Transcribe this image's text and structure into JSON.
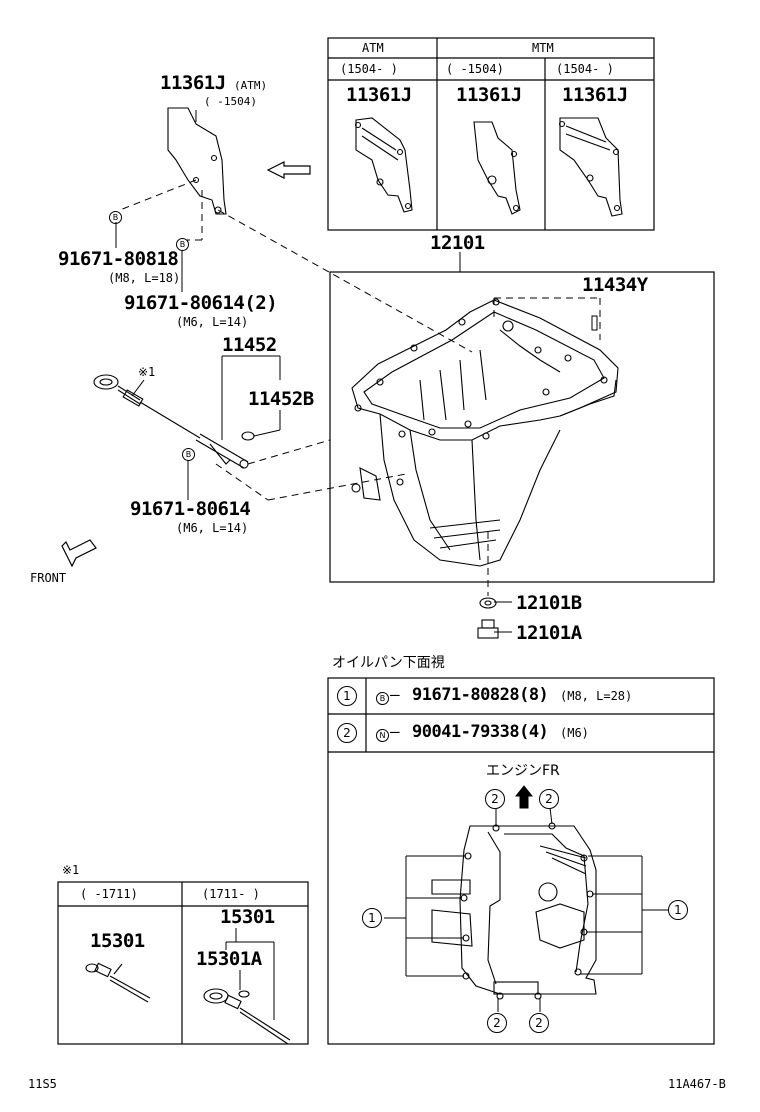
{
  "atm_table": {
    "col_atm": "ATM",
    "col_mtm": "MTM",
    "sub_atm": "(1504-   )",
    "sub_mtm1": "(    -1504)",
    "sub_mtm2": "(1504-    )",
    "part_atm": "11361J",
    "part_mtm1": "11361J",
    "part_mtm2": "11361J"
  },
  "parts": {
    "p11361j": "11361J",
    "p11361j_note": "(ATM)",
    "p11361j_range": "(    -1504)",
    "p91671_80818": "91671-80818",
    "p91671_80818_spec": "(M8, L=18)",
    "p91671_80614_2": "91671-80614(2)",
    "p91671_80614_2_spec": "(M6, L=14)",
    "p11452": "11452",
    "p11452b": "11452B",
    "p91671_80614": "91671-80614",
    "p91671_80614_spec": "(M6, L=14)",
    "p12101": "12101",
    "p11434y": "11434Y",
    "p12101b": "12101B",
    "p12101a": "12101A",
    "ref_mark": "※1",
    "front": "FRONT",
    "letter_b": "B"
  },
  "bottom_view": {
    "title": "オイルパン下面視",
    "row1_num": "1",
    "row1_sym": "B",
    "row1_part": "91671-80828(8)",
    "row1_spec": "(M8, L=28)",
    "row2_num": "2",
    "row2_sym": "N",
    "row2_part": "90041-79338(4)",
    "row2_spec": "(M6)",
    "engine_fr": "エンジンFR",
    "callout_1": "1",
    "callout_2": "2"
  },
  "dipstick_table": {
    "ref": "※1",
    "col1": "(    -1711)",
    "col2": "(1711-    )",
    "part_left": "15301",
    "part_right": "15301",
    "part_right_a": "15301A"
  },
  "footer": {
    "left": "11S5",
    "right": "11A467-B"
  }
}
